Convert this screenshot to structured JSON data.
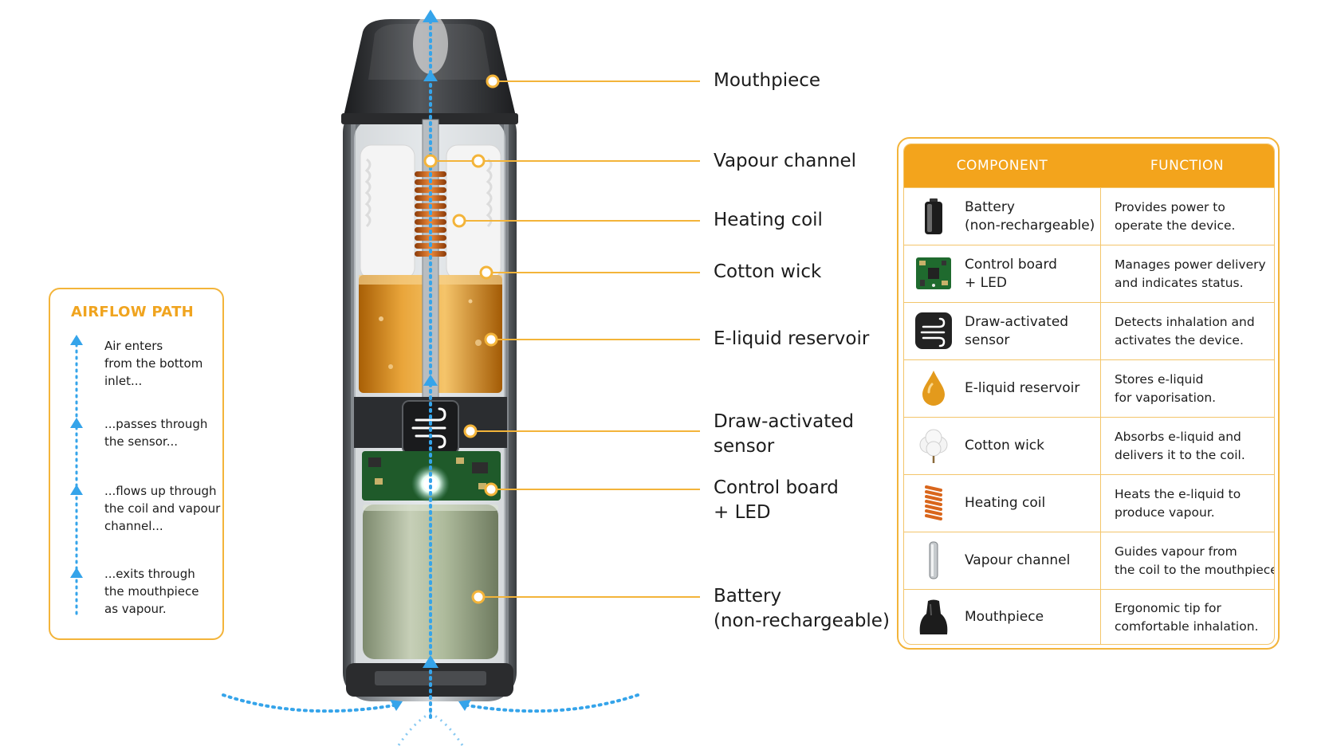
{
  "callouts": [
    {
      "id": "mouthpiece",
      "lines": [
        "Mouthpiece"
      ]
    },
    {
      "id": "vapour-channel",
      "lines": [
        "Vapour channel"
      ]
    },
    {
      "id": "heating-coil",
      "lines": [
        "Heating coil"
      ]
    },
    {
      "id": "cotton-wick",
      "lines": [
        "Cotton wick"
      ]
    },
    {
      "id": "e-liquid-reservoir",
      "lines": [
        "E-liquid reservoir"
      ]
    },
    {
      "id": "draw-activated-sensor",
      "lines": [
        "Draw-activated",
        "sensor"
      ]
    },
    {
      "id": "control-board",
      "lines": [
        "Control board",
        "+ LED"
      ]
    },
    {
      "id": "battery",
      "lines": [
        "Battery",
        "(non-rechargeable)"
      ]
    }
  ],
  "airflow": {
    "title": "AIRFLOW PATH",
    "steps": [
      {
        "lines": [
          "Air enters",
          "from the bottom",
          "inlet..."
        ]
      },
      {
        "lines": [
          "...passes through",
          "the sensor..."
        ]
      },
      {
        "lines": [
          "...flows up through",
          "the coil and vapour",
          "channel..."
        ]
      },
      {
        "lines": [
          "...exits through",
          "the mouthpiece",
          "as vapour."
        ]
      }
    ]
  },
  "table": {
    "headers": {
      "component": "COMPONENT",
      "function": "FUNCTION"
    },
    "rows": [
      {
        "icon": "battery-icon",
        "component": [
          "Battery",
          "(non-rechargeable)"
        ],
        "function": [
          "Provides power to",
          "operate the device."
        ]
      },
      {
        "icon": "circuit-board-icon",
        "component": [
          "Control board",
          "+ LED"
        ],
        "function": [
          "Manages power delivery",
          "and indicates status."
        ]
      },
      {
        "icon": "airflow-sensor-icon",
        "component": [
          "Draw-activated",
          "sensor"
        ],
        "function": [
          "Detects inhalation and",
          "activates the device."
        ]
      },
      {
        "icon": "liquid-drop-icon",
        "component": [
          "E-liquid reservoir"
        ],
        "function": [
          "Stores e-liquid",
          "for vaporisation."
        ]
      },
      {
        "icon": "cotton-icon",
        "component": [
          "Cotton wick"
        ],
        "function": [
          "Absorbs e-liquid and",
          "delivers it to the coil."
        ]
      },
      {
        "icon": "coil-icon",
        "component": [
          "Heating coil"
        ],
        "function": [
          "Heats the e-liquid to",
          "produce vapour."
        ]
      },
      {
        "icon": "tube-icon",
        "component": [
          "Vapour channel"
        ],
        "function": [
          "Guides vapour from",
          "the coil to the mouthpiece."
        ]
      },
      {
        "icon": "mouthpiece-icon",
        "component": [
          "Mouthpiece"
        ],
        "function": [
          "Ergonomic tip for",
          "comfortable inhalation."
        ]
      }
    ]
  },
  "colors": {
    "accent": "#f3a41c",
    "airflow": "#35a4ea",
    "coil": "#d9661c",
    "liquid": "#d88a10"
  }
}
